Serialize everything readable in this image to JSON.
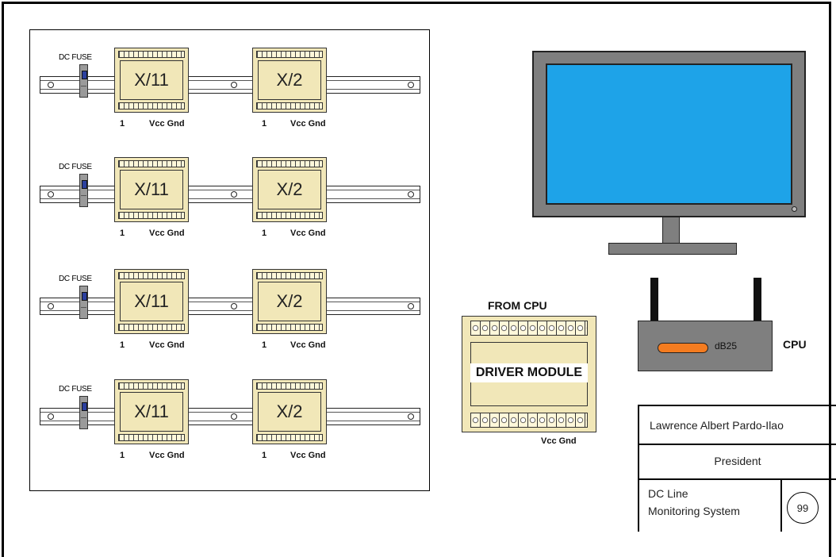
{
  "fuse_label": "DC FUSE",
  "rows": [
    {
      "module_a": "X/11",
      "module_b": "X/2",
      "pin_1": "1",
      "vcc_gnd": "Vcc Gnd"
    },
    {
      "module_a": "X/11",
      "module_b": "X/2",
      "pin_1": "1",
      "vcc_gnd": "Vcc Gnd"
    },
    {
      "module_a": "X/11",
      "module_b": "X/2",
      "pin_1": "1",
      "vcc_gnd": "Vcc Gnd"
    },
    {
      "module_a": "X/11",
      "module_b": "X/2",
      "pin_1": "1",
      "vcc_gnd": "Vcc Gnd"
    }
  ],
  "driver": {
    "from_label": "FROM CPU",
    "name": "DRIVER MODULE",
    "vcc_gnd": "Vcc Gnd"
  },
  "cpu": {
    "label": "CPU",
    "port_label": "dB25"
  },
  "title_block": {
    "author": "Lawrence Albert Pardo-Ilao",
    "role": "President",
    "system_line1": "DC Line",
    "system_line2": "Monitoring System",
    "sheet_number": "99"
  },
  "colors": {
    "screen": "#1ea3e8",
    "module": "#f1e7b8",
    "device_gray": "#7f7f7f",
    "port": "#f47c20",
    "fuse_window": "#2b3f9e"
  }
}
